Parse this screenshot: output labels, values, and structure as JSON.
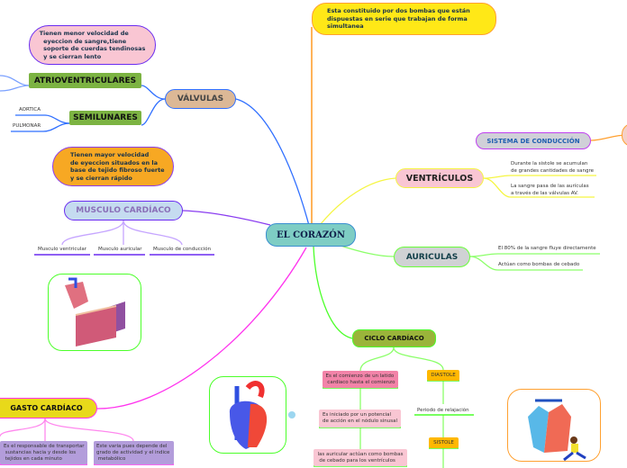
{
  "central": {
    "label": "EL CORAZÓN"
  },
  "valvulas": {
    "label": "VÁLVULAS",
    "note": "Tienen menor velocidad de\n  eyeccion de sangre,tiene\n  soporte de cuerdas tendinosas\n  y se cierran lento",
    "atrio": {
      "label": "ATRIOVENTRICULARES"
    },
    "semi": {
      "label": "SEMILUNARES",
      "children": [
        "AORTICA",
        "PULMONAR"
      ],
      "note": "Tienen mayor velocidad\nde eyeccion situados en la\nbase de tejido fibroso fuerte\ny se cierran rápido"
    }
  },
  "top_note": "Esta constituido por dos bombas que están\ndispuestas en serie que trabajan de forma\nsimultanea",
  "sistema": {
    "label": "SISTEMA DE CONDUCCIÓN"
  },
  "ventriculos": {
    "label": "VENTRÍCULOS",
    "children": [
      "Durante la sistole se acumulan\nde grandes cantidades de sangre",
      "La sangre pasa de las aurículas\na través de las válvulas AV."
    ]
  },
  "auriculas": {
    "label": "AURICULAS",
    "children": [
      "El 80% de la sangre fluye directamente",
      "Actúan como bombas de cebado"
    ]
  },
  "musculo": {
    "label": "MUSCULO CARDÍACO",
    "children": [
      "Musculo ventricular",
      "Musculo auricular",
      "Musculo de conducción"
    ]
  },
  "ciclo": {
    "label": "CICLO CARDÍACO",
    "left": [
      "Es el comienzo de un latido\n cardiaco hasta el comienzo",
      "Es iniciado por un potencial\nde acción en el nódulo sinusal",
      "las auricular actúan como bombas\n de cebado para los ventrículos"
    ],
    "diastole": "DIASTOLE",
    "relajacion": "Periodo de relajación",
    "sistole": "SISTOLE"
  },
  "gasto": {
    "label": "GASTO CARDÍACO",
    "children": [
      "Es el responsable de transportar\n sustancias hacia y desde los\n tejidos en cada minuto",
      "Este varia pues depende del\ngrado de actividad y el indice\n metabólico"
    ]
  },
  "colors": {
    "valvulas": "#dcb896",
    "central": "#7ecdc4",
    "ciclo": "#9ab43a",
    "gasto": "#e8d91a",
    "blue_link": "#2f6fff",
    "purple_link": "#8a3cf0",
    "yellow_link": "#f5f542",
    "green_link": "#4cff2a",
    "magenta_link": "#ff33ee",
    "orange_link": "#ffa030"
  }
}
